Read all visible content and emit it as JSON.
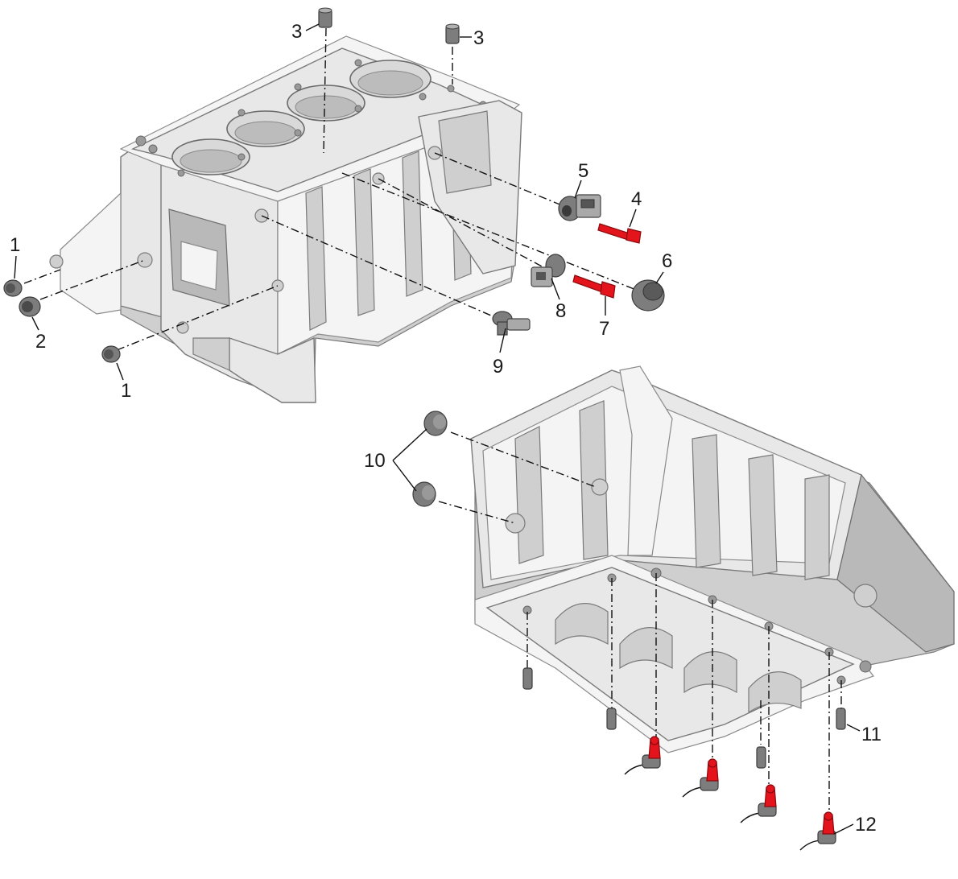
{
  "diagram": {
    "callouts": [
      {
        "id": "c1a",
        "text": "1"
      },
      {
        "id": "c1b",
        "text": "1"
      },
      {
        "id": "c2",
        "text": "2"
      },
      {
        "id": "c3a",
        "text": "3"
      },
      {
        "id": "c3b",
        "text": "3"
      },
      {
        "id": "c4",
        "text": "4"
      },
      {
        "id": "c5",
        "text": "5"
      },
      {
        "id": "c6",
        "text": "6"
      },
      {
        "id": "c7",
        "text": "7"
      },
      {
        "id": "c8",
        "text": "8"
      },
      {
        "id": "c9",
        "text": "9"
      },
      {
        "id": "c10",
        "text": "10"
      },
      {
        "id": "c11",
        "text": "11"
      },
      {
        "id": "c12",
        "text": "12"
      }
    ],
    "colors": {
      "casting": "#e8e8e8",
      "casting_outline": "#7a7a7a",
      "part_gray": "#7d7d7d",
      "part_red": "#e3141b",
      "leader": "#111111"
    }
  }
}
